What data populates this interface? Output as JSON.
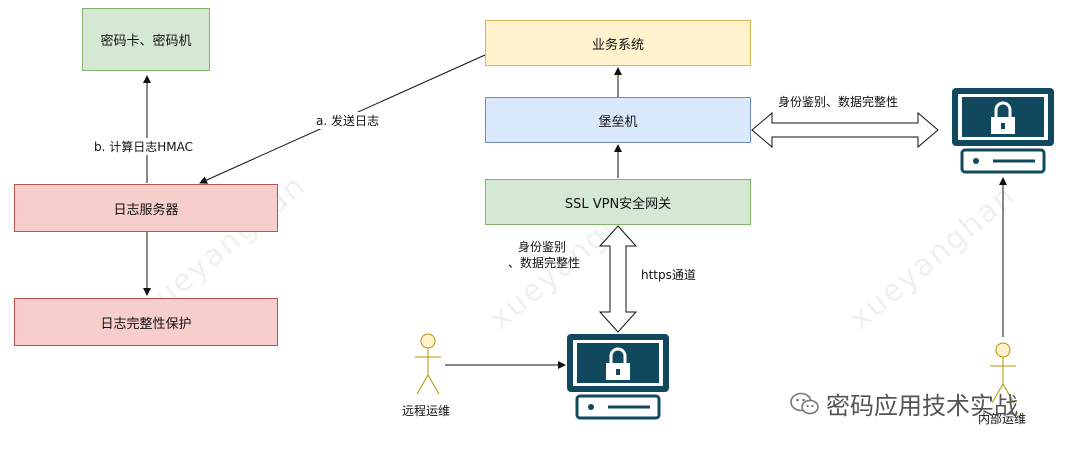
{
  "nodes": {
    "crypto": "密码卡、密码机",
    "logserver": "日志服务器",
    "logintegrity": "日志完整性保护",
    "business": "业务系统",
    "bastion": "堡垒机",
    "vpn": "SSL VPN安全网关"
  },
  "edges": {
    "send_log": "a. 发送日志",
    "hmac": "b. 计算日志HMAC",
    "auth_right": "身份鉴别、数据完整性",
    "auth_vpn_line1": "身份鉴别",
    "auth_vpn_line2": "、数据完整性",
    "https": "https通道"
  },
  "actors": {
    "remote": "远程运维",
    "internal": "内部运维"
  },
  "watermark": "xueyanghan",
  "brand": "密码应用技术实战",
  "colors": {
    "green_fill": "#d5e8d4",
    "red_fill": "#f8cecc",
    "yellow_fill": "#fff2cc",
    "blue_fill": "#dae8fc",
    "terminal": "#10495e"
  }
}
